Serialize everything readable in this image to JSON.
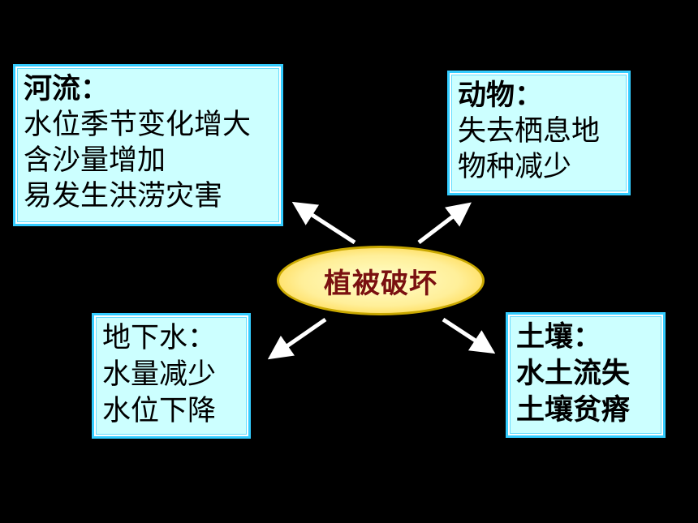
{
  "center": {
    "label": "植被破坏"
  },
  "boxes": {
    "river": {
      "heading": "河流：",
      "lines": [
        "水位季节变化增大",
        "含沙量增加",
        "易发生洪涝灾害"
      ]
    },
    "animal": {
      "heading": "动物：",
      "lines": [
        "失去栖息地",
        "物种减少"
      ]
    },
    "groundwater": {
      "heading": "地下水：",
      "lines": [
        "水量减少",
        "水位下降"
      ]
    },
    "soil": {
      "heading": "土壤：",
      "lines": [
        "水土流失",
        "土壤贫瘠"
      ]
    }
  },
  "colors": {
    "background": "#000000",
    "box_fill": "#ccffff",
    "box_border": "#33ccff",
    "ellipse_fill": "#ffef99",
    "ellipse_border": "#c9a800",
    "center_text": "#7a1010",
    "arrow": "#ffffff"
  }
}
